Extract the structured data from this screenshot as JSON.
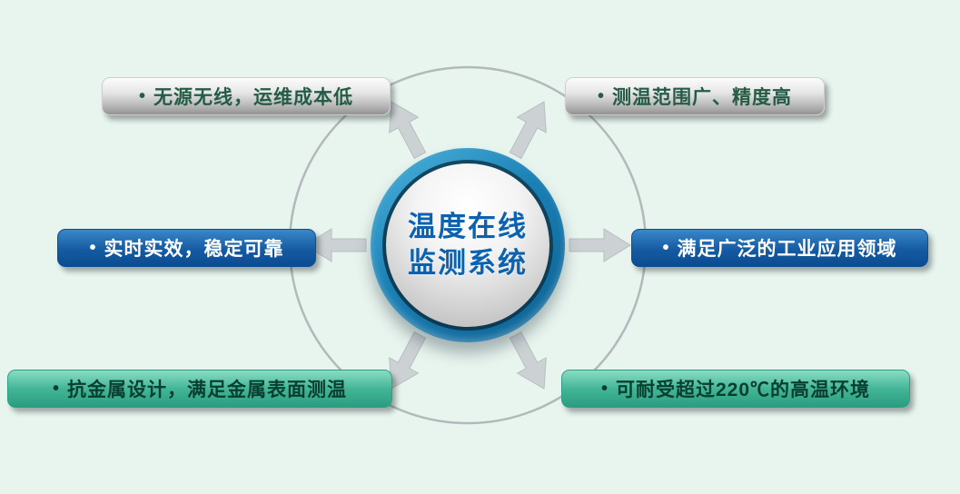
{
  "diagram": {
    "title": "温度在线监测系统 feature diagram",
    "center": {
      "line1": "温度在线",
      "line2": "监测系统"
    },
    "items": [
      {
        "bullet": "•",
        "label": "无源无线，运维成本低",
        "style": "gray",
        "position": "top-left"
      },
      {
        "bullet": "•",
        "label": "测温范围广、精度高",
        "style": "gray",
        "position": "top-right"
      },
      {
        "bullet": "•",
        "label": "实时实效，稳定可靠",
        "style": "blue",
        "position": "mid-left"
      },
      {
        "bullet": "•",
        "label": "满足广泛的工业应用领域",
        "style": "blue",
        "position": "mid-right"
      },
      {
        "bullet": "•",
        "label": "抗金属设计，满足金属表面测温",
        "style": "teal",
        "position": "bottom-left"
      },
      {
        "bullet": "•",
        "label": "可耐受超过220℃的高温环境",
        "style": "teal",
        "position": "bottom-right"
      }
    ],
    "colors": {
      "background": "#e8f4ee",
      "gray_box": "#bdbdbd",
      "gray_box_text": "#245c46",
      "blue_box": "#155ba2",
      "blue_box_text": "#ffffff",
      "teal_box": "#43b697",
      "teal_box_text": "#083e2f",
      "center_ring_blue": "#1a80b4",
      "center_text_blue": "#0b62b0",
      "orbit_ring_gray": "#b3b8ba",
      "arrow_gray": "#ccd1d3"
    }
  }
}
